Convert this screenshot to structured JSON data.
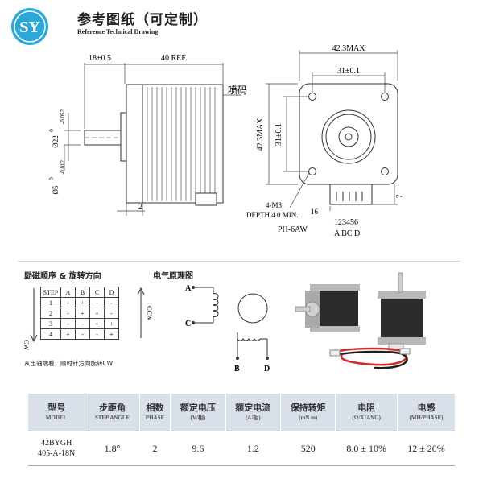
{
  "header": {
    "logo_text": "SY",
    "title_cn": "参考图纸（可定制）",
    "title_en": "Reference Technical Drawing"
  },
  "drawing": {
    "dim_shaft_length": "18±0.5",
    "dim_body_length": "40 REF.",
    "label_spray_code": "喷码",
    "dim_shaft_dia": "Ø22",
    "dim_shaft_dia_tol_upper": "0",
    "dim_shaft_dia_tol_lower": "-0.052",
    "dim_flat_dia": "Ø5",
    "dim_flat_dia_tol_upper": "0",
    "dim_flat_dia_tol_lower": "-0.012",
    "dim_flange": "2",
    "dim_width_max": "42.3MAX",
    "dim_hole_spacing": "31±0.1",
    "dim_height_max": "42.3MAX",
    "dim_hole_spacing_v": "31±0.1",
    "dim_screw": "4-M3",
    "dim_depth": "DEPTH 4.0 MIN.",
    "dim_connector_offset": "16",
    "dim_connector_height": "7",
    "connector_pins": "123456",
    "connector_phases": "A BC D",
    "connector_type": "PH-6AW"
  },
  "sequence": {
    "title": "励磁顺序 & 旋转方向",
    "headers": [
      "STEP",
      "A",
      "B",
      "C",
      "D"
    ],
    "rows": [
      [
        "1",
        "+",
        "+",
        "-",
        "-"
      ],
      [
        "2",
        "-",
        "+",
        "+",
        "-"
      ],
      [
        "3",
        "-",
        "-",
        "+",
        "+"
      ],
      [
        "4",
        "+",
        "-",
        "-",
        "+"
      ]
    ],
    "ccw_label": "CCW",
    "cw_label": "CW",
    "note": "从出轴端看，顺时针方向旋转CW"
  },
  "schematic": {
    "title": "电气原理图",
    "labels": [
      "A",
      "C",
      "B",
      "D"
    ]
  },
  "specs": {
    "headers": [
      {
        "cn": "型号",
        "en": "MODEL"
      },
      {
        "cn": "步距角",
        "en": "STEP ANGLE"
      },
      {
        "cn": "相数",
        "en": "PHASE"
      },
      {
        "cn": "额定电压",
        "en": "(V/相)"
      },
      {
        "cn": "额定电流",
        "en": "(A/相)"
      },
      {
        "cn": "保持转矩",
        "en": "(mN.m)"
      },
      {
        "cn": "电阻",
        "en": "(Ω/XIANG)"
      },
      {
        "cn": "电感",
        "en": "(MH/PHASE)"
      }
    ],
    "row": {
      "model_line1": "42BYGH",
      "model_line2": "405-A-18N",
      "step_angle": "1.8°",
      "phase": "2",
      "voltage": "9.6",
      "current": "1.2",
      "torque": "520",
      "resistance": "8.0 ± 10%",
      "inductance": "12 ± 20%"
    }
  },
  "colors": {
    "logo_blue": "#2aa8d8",
    "header_bg": "#d9e0ea",
    "cable_red": "#d22a2a"
  }
}
